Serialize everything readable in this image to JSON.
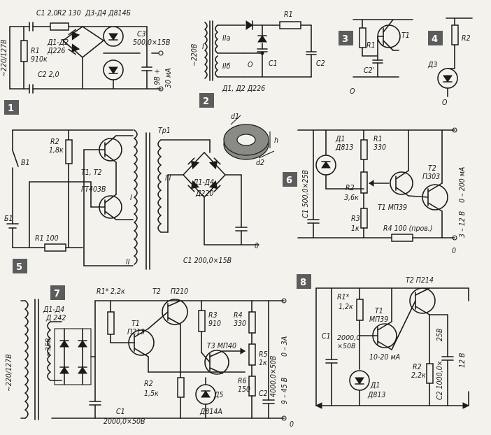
{
  "panels": [
    {
      "number": "1",
      "labels": [
        "C1 2,0",
        "R2 130",
        "Д3-Д4 Д814Б",
        "Д1-Д2",
        "Д226",
        "C3",
        "500,0×15В",
        "R1",
        "910к",
        "C2 2,0",
        "~220/127В",
        "- 9В +",
        "30 мА"
      ]
    },
    {
      "number": "2",
      "labels": [
        "R1",
        "~220В",
        "I",
        "IIa",
        "IIб",
        "O",
        "C1",
        "C2",
        "Д1, Д2  Д226"
      ]
    },
    {
      "number": "3",
      "labels": [
        "R1",
        "T1",
        "C2'",
        "O"
      ]
    },
    {
      "number": "4",
      "labels": [
        "R2",
        "Д3",
        "O"
      ]
    },
    {
      "number": "5",
      "labels": [
        "R2",
        "1,8к",
        "B1",
        "Т1, Т2",
        "ГТ403В",
        "Тр1",
        "I",
        "II",
        "III",
        "Б1",
        "R1 100",
        "Д1-Д4",
        "Д220",
        "C1  200,0×15В",
        "0"
      ]
    },
    {
      "number": "6",
      "labels": [
        "Д1",
        "Д813",
        "R1",
        "330",
        "T2",
        "П303",
        "R2",
        "3,6к",
        "T1 МП39",
        "R3",
        "1к",
        "C1  500,0×25В",
        "R4 100 (пров.)",
        "0 – 200 мА",
        "3 – 12 В",
        "0"
      ]
    },
    {
      "number": "7",
      "labels": [
        "Д1-Д4",
        "Д 242",
        "~220/127В",
        "≈35В",
        "R1*",
        "2,2к",
        "T1",
        "П213",
        "T2",
        "П210",
        "R3",
        "910",
        "R4",
        "330",
        "T3 МП40",
        "R5",
        "1к",
        "R6",
        "150",
        "C2",
        "4000,0×50В",
        "0 – 3А",
        "9 – 45 В",
        "R2",
        "1,5к",
        "Д5",
        "Д814А",
        "C1",
        "2000,0×50В",
        "0"
      ]
    },
    {
      "number": "8",
      "labels": [
        "T2 П214",
        "R1*",
        "1,2к",
        "T1",
        "МП39",
        "C1",
        "2000,0",
        "×50В",
        "10-20 мА",
        "R2",
        "2,2к",
        "25В",
        "C2  1000,0×",
        "12 В",
        "Д1",
        "Д813"
      ]
    }
  ],
  "torus": {
    "labels": [
      "d1",
      "d2",
      "h"
    ]
  }
}
